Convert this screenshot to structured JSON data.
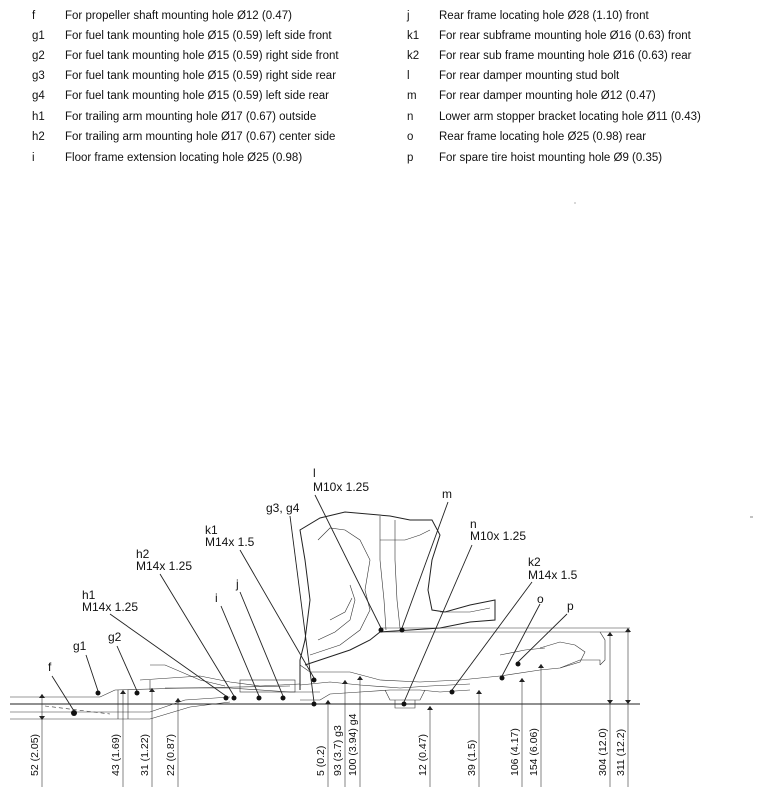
{
  "legend_left": [
    {
      "key": "f",
      "text": "For propeller shaft mounting hole Ø12 (0.47)"
    },
    {
      "key": "g1",
      "text": "For fuel tank mounting hole Ø15 (0.59) left side front"
    },
    {
      "key": "g2",
      "text": "For fuel tank mounting hole Ø15 (0.59) right side front"
    },
    {
      "key": "g3",
      "text": "For fuel tank mounting hole Ø15 (0.59) right side rear"
    },
    {
      "key": "g4",
      "text": "For fuel tank mounting hole Ø15 (0.59) left side rear"
    },
    {
      "key": "h1",
      "text": "For trailing arm mounting hole Ø17 (0.67) outside"
    },
    {
      "key": "h2",
      "text": "For trailing arm mounting hole Ø17 (0.67) center side"
    },
    {
      "key": "i",
      "text": "Floor frame extension locating hole Ø25 (0.98)"
    }
  ],
  "legend_right": [
    {
      "key": "j",
      "text": "Rear frame locating hole Ø28 (1.10) front"
    },
    {
      "key": "k1",
      "text": "For rear subframe mounting hole Ø16 (0.63) front"
    },
    {
      "key": "k2",
      "text": "For rear sub frame mounting hole Ø16 (0.63) rear"
    },
    {
      "key": "l",
      "text": "For rear damper mounting stud bolt"
    },
    {
      "key": "m",
      "text": "For rear damper mounting hole Ø12 (0.47)"
    },
    {
      "key": "n",
      "text": "Lower arm stopper bracket locating hole Ø11 (0.43)"
    },
    {
      "key": "o",
      "text": "Rear frame locating hole Ø25 (0.98) rear"
    },
    {
      "key": "p",
      "text": "For spare tire hoist mounting hole Ø9 (0.35)"
    }
  ],
  "callouts": {
    "f": "f",
    "g1": "g1",
    "g2": "g2",
    "h1": "h1",
    "h1_thread": "M14x 1.25",
    "h2": "h2",
    "h2_thread": "M14x 1.25",
    "i": "i",
    "j": "j",
    "k1": "k1",
    "k1_thread": "M14x 1.5",
    "g3g4": "g3, g4",
    "l": "l",
    "l_thread": "M10x 1.25",
    "m": "m",
    "n": "n",
    "n_thread": "M10x 1.25",
    "k2": "k2",
    "k2_thread": "M14x 1.5",
    "o": "o",
    "p": "p"
  },
  "dimensions": [
    "52 (2.05)",
    "43 (1.69)",
    "31 (1.22)",
    "22 (0.87)",
    "5 (0.2)",
    "93 (3.7) g3",
    "100 (3.94) g4",
    "12 (0.47)",
    "39 (1.5)",
    "106 (4.17)",
    "154 (6.06)",
    "304 (12.0)",
    "311 (12.2)"
  ]
}
